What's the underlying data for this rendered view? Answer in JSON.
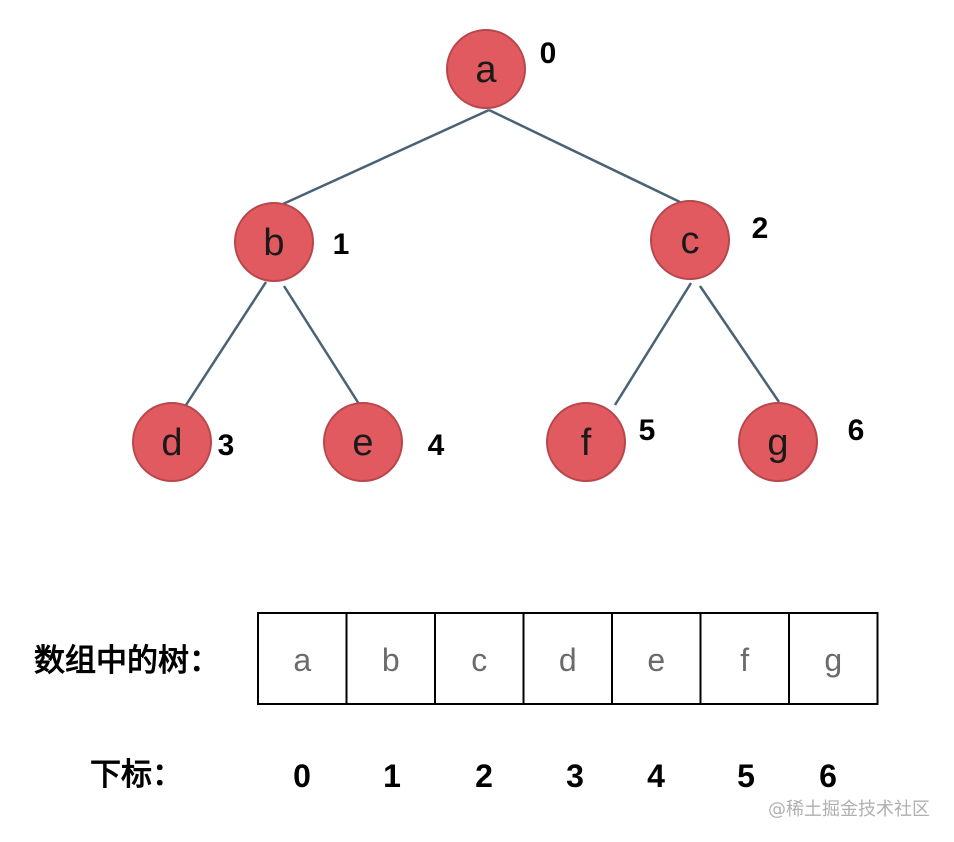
{
  "tree": {
    "nodes": [
      {
        "id": "a",
        "label": "a",
        "index": "0"
      },
      {
        "id": "b",
        "label": "b",
        "index": "1"
      },
      {
        "id": "c",
        "label": "c",
        "index": "2"
      },
      {
        "id": "d",
        "label": "d",
        "index": "3"
      },
      {
        "id": "e",
        "label": "e",
        "index": "4"
      },
      {
        "id": "f",
        "label": "f",
        "index": "5"
      },
      {
        "id": "g",
        "label": "g",
        "index": "6"
      }
    ],
    "edges": [
      [
        "a",
        "b"
      ],
      [
        "a",
        "c"
      ],
      [
        "b",
        "d"
      ],
      [
        "b",
        "e"
      ],
      [
        "c",
        "f"
      ],
      [
        "c",
        "g"
      ]
    ]
  },
  "array": {
    "caption": "数组中的树：",
    "cells": [
      "a",
      "b",
      "c",
      "d",
      "e",
      "f",
      "g"
    ]
  },
  "indices": {
    "caption": "下标：",
    "values": [
      "0",
      "1",
      "2",
      "3",
      "4",
      "5",
      "6"
    ]
  },
  "watermark": "@稀土掘金技术社区"
}
